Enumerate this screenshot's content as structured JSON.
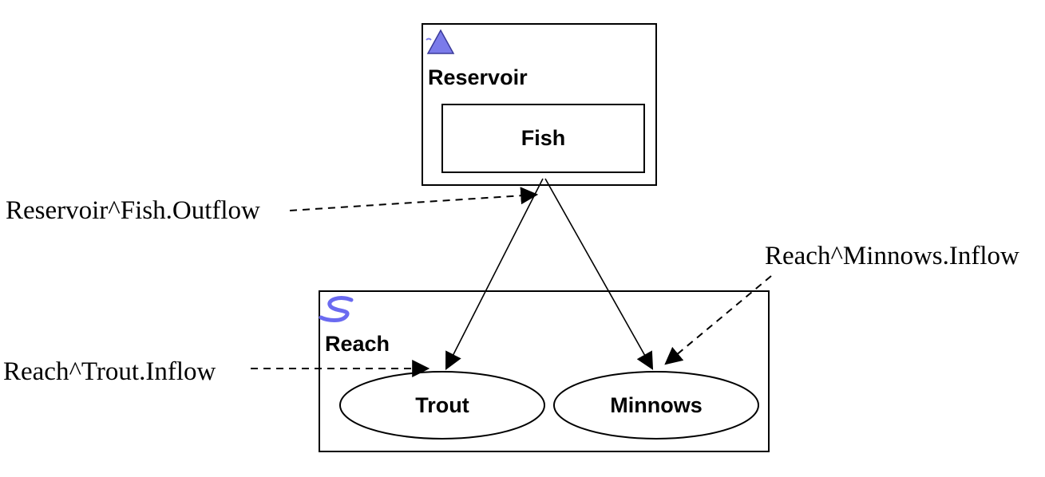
{
  "nodes": {
    "reservoir": {
      "label": "Reservoir",
      "icon": "reservoir-triangle-icon",
      "icon_color": "#7b7bea"
    },
    "fish": {
      "label": "Fish"
    },
    "reach": {
      "label": "Reach",
      "icon": "reach-s-icon",
      "icon_color": "#6a6af0"
    },
    "trout": {
      "label": "Trout"
    },
    "minnows": {
      "label": "Minnows"
    }
  },
  "edges": [
    {
      "from": "Fish",
      "to": "Trout"
    },
    {
      "from": "Fish",
      "to": "Minnows"
    }
  ],
  "annotations": {
    "fish_outflow": "Reservoir^Fish.Outflow",
    "minnows_inflow": "Reach^Minnows.Inflow",
    "trout_inflow": "Reach^Trout.Inflow"
  }
}
